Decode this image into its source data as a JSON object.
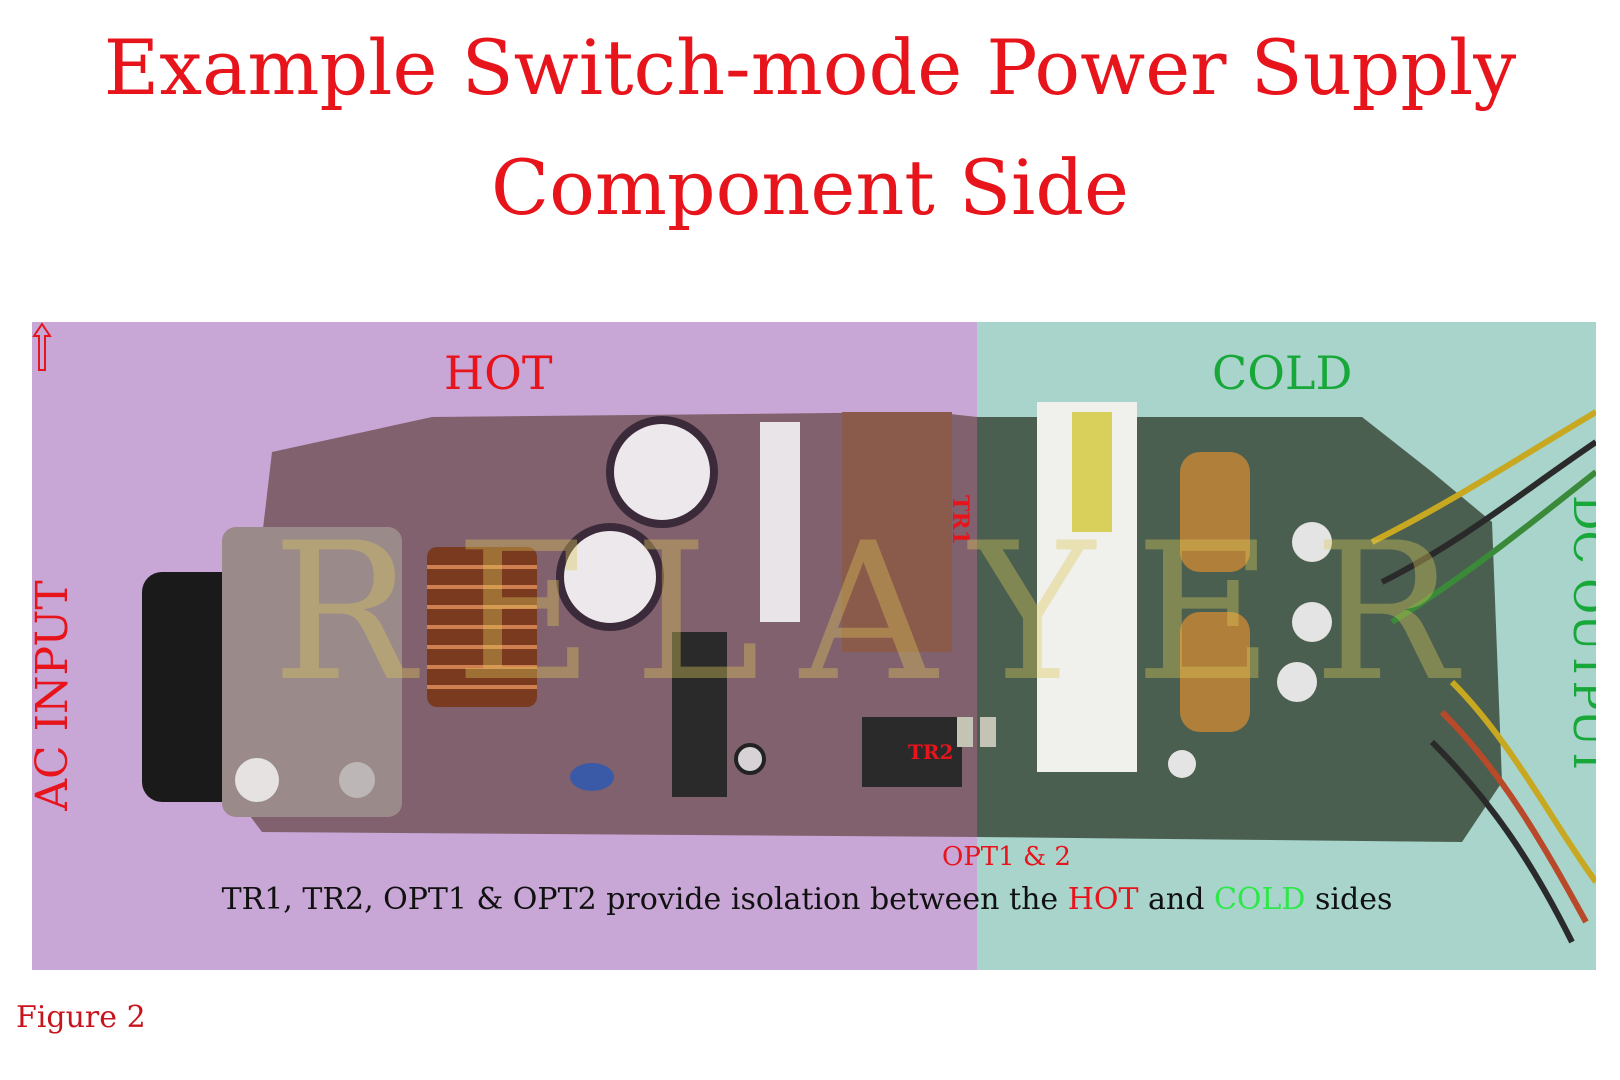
{
  "title": {
    "line1": "Example Switch-mode Power Supply",
    "line2": "Component Side"
  },
  "photo": {
    "hot_label": "HOT",
    "cold_label": "COLD",
    "ac_input_label": "AC INPUT",
    "dc_output_label": "DC OUTPUT",
    "tr1_label": "TR1",
    "tr2_label": "TR2",
    "opt_label": "OPT1 & 2",
    "watermark": "RELAYER",
    "caption": {
      "before": "TR1, TR2, OPT1 & OPT2 provide isolation between the ",
      "hot": "HOT",
      "middle": " and ",
      "cold": "COLD",
      "after": " sides"
    },
    "colors": {
      "hot_overlay": "#c9a6d8",
      "cold_overlay": "#a9d6cf",
      "hot_text": "#e8141c",
      "cold_text": "#18a83a"
    }
  },
  "figure_label": "Figure 2"
}
